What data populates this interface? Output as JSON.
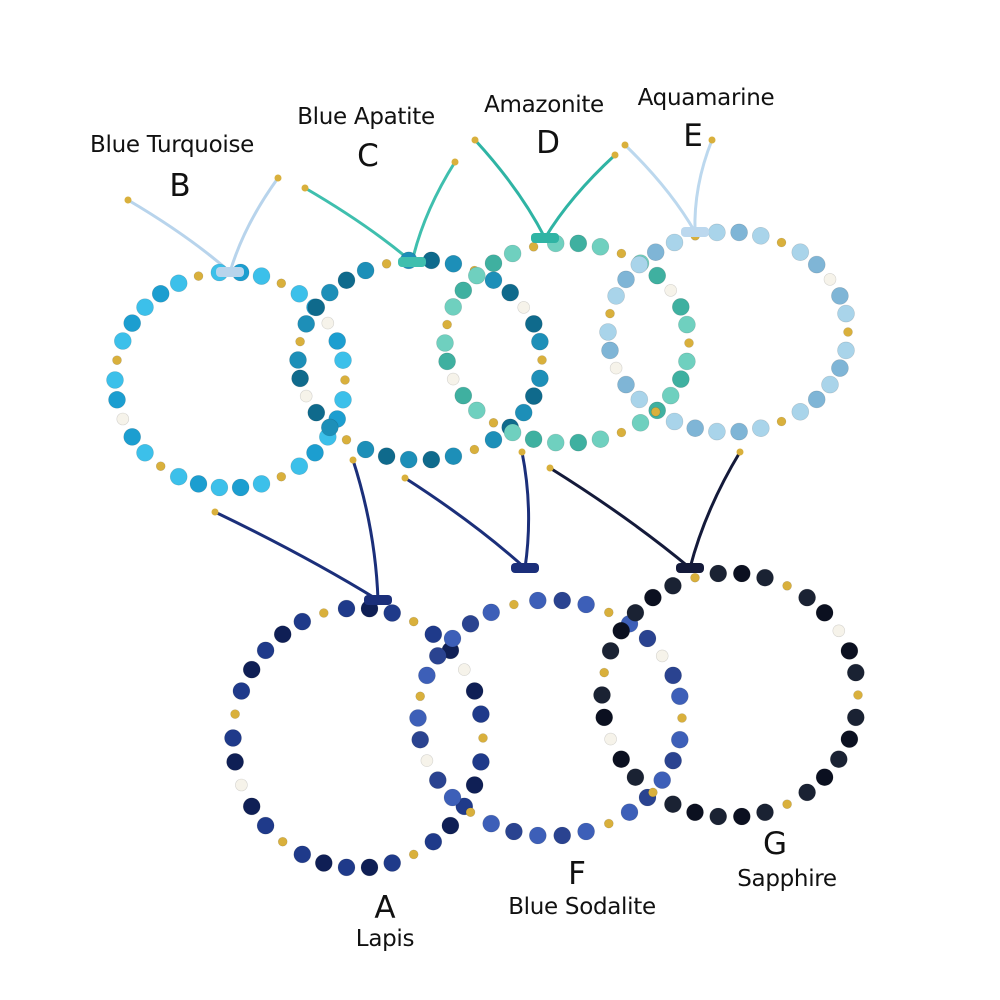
{
  "bracelets": [
    {
      "letter": "A",
      "name": "Lapis",
      "stone_color": "#1f3a8a",
      "stone_dark": "#0f1f55",
      "cord_color": "#1b2f7a"
    },
    {
      "letter": "B",
      "name": "Blue Turquoise",
      "stone_color": "#3cc0ea",
      "stone_dark": "#1c9ed0",
      "cord_color": "#b8d4ec"
    },
    {
      "letter": "C",
      "name": "Blue Apatite",
      "stone_color": "#1d8fb8",
      "stone_dark": "#0f6a8c",
      "cord_color": "#3fbfae"
    },
    {
      "letter": "D",
      "name": "Amazonite",
      "stone_color": "#6fd0bf",
      "stone_dark": "#3fb0a0",
      "cord_color": "#2fb4a4"
    },
    {
      "letter": "E",
      "name": "Aquamarine",
      "stone_color": "#a9d4ea",
      "stone_dark": "#7fb5d6",
      "cord_color": "#bcd8ee"
    },
    {
      "letter": "F",
      "name": "Blue Sodalite",
      "stone_color": "#3d5fb8",
      "stone_dark": "#2a4390",
      "cord_color": "#1b2f7a"
    },
    {
      "letter": "G",
      "name": "Sapphire",
      "stone_color": "#1a2233",
      "stone_dark": "#0b1020",
      "cord_color": "#141a3a"
    }
  ],
  "accent_colors": {
    "gold": "#d9b03c",
    "pearl": "#f6f3ea"
  }
}
